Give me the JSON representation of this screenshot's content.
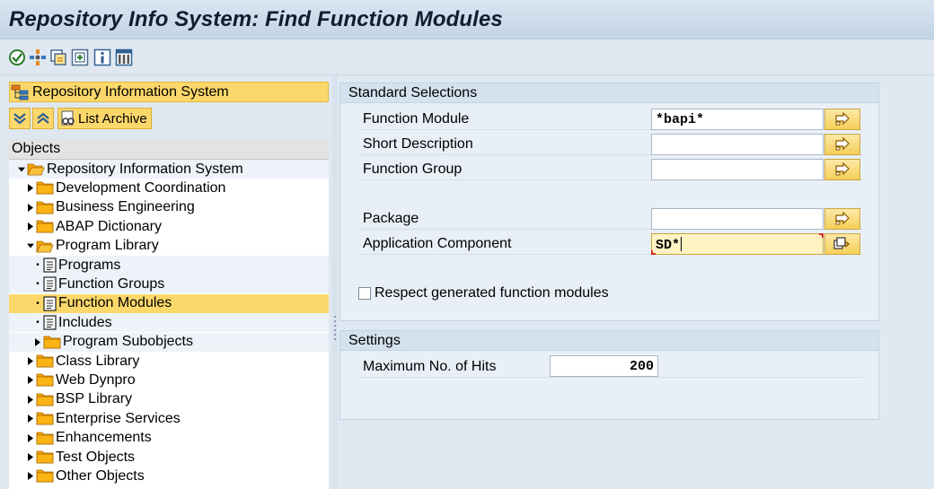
{
  "window": {
    "title": "Repository Info System: Find Function Modules"
  },
  "toolbar": {
    "buttons": [
      {
        "icon": "execute-icon"
      },
      {
        "icon": "other-objects-icon"
      },
      {
        "icon": "all-selections-icon"
      },
      {
        "icon": "expand-selections-icon"
      },
      {
        "icon": "info-icon"
      },
      {
        "icon": "settings-columns-icon"
      }
    ]
  },
  "nav": {
    "header": "Repository Information System",
    "list_archive_label": "List Archive",
    "objects_header": "Objects",
    "tree": [
      {
        "label": "Repository Information System",
        "level": 0,
        "type": "folder",
        "expanded": true
      },
      {
        "label": "Development Coordination",
        "level": 1,
        "type": "folder",
        "expanded": false
      },
      {
        "label": "Business Engineering",
        "level": 1,
        "type": "folder",
        "expanded": false
      },
      {
        "label": "ABAP Dictionary",
        "level": 1,
        "type": "folder",
        "expanded": false
      },
      {
        "label": "Program Library",
        "level": 1,
        "type": "folder",
        "expanded": true
      },
      {
        "label": "Programs",
        "level": 2,
        "type": "doc"
      },
      {
        "label": "Function Groups",
        "level": 2,
        "type": "doc"
      },
      {
        "label": "Function Modules",
        "level": 2,
        "type": "doc",
        "selected": true
      },
      {
        "label": "Includes",
        "level": 2,
        "type": "doc"
      },
      {
        "label": "Program Subobjects",
        "level": 2,
        "type": "folder",
        "expanded": false
      },
      {
        "label": "Class Library",
        "level": 1,
        "type": "folder",
        "expanded": false
      },
      {
        "label": "Web Dynpro",
        "level": 1,
        "type": "folder",
        "expanded": false
      },
      {
        "label": "BSP Library",
        "level": 1,
        "type": "folder",
        "expanded": false
      },
      {
        "label": "Enterprise Services",
        "level": 1,
        "type": "folder",
        "expanded": false
      },
      {
        "label": "Enhancements",
        "level": 1,
        "type": "folder",
        "expanded": false
      },
      {
        "label": "Test Objects",
        "level": 1,
        "type": "folder",
        "expanded": false
      },
      {
        "label": "Other Objects",
        "level": 1,
        "type": "folder",
        "expanded": false
      }
    ]
  },
  "standard_selections": {
    "title": "Standard Selections",
    "fields": [
      {
        "label": "Function Module",
        "value": "*bapi*"
      },
      {
        "label": "Short Description",
        "value": ""
      },
      {
        "label": "Function Group",
        "value": ""
      },
      {
        "label": "Package",
        "value": ""
      },
      {
        "label": "Application Component",
        "value": "SD*",
        "focused": true
      }
    ],
    "checkbox": {
      "label": "Respect generated function modules",
      "checked": false
    }
  },
  "settings": {
    "title": "Settings",
    "max_hits_label": "Maximum No. of Hits",
    "max_hits_value": "200"
  },
  "colors": {
    "highlight": "#fcd86b",
    "title_bar": "#c3d4e6",
    "error_marker": "#d62d20"
  }
}
